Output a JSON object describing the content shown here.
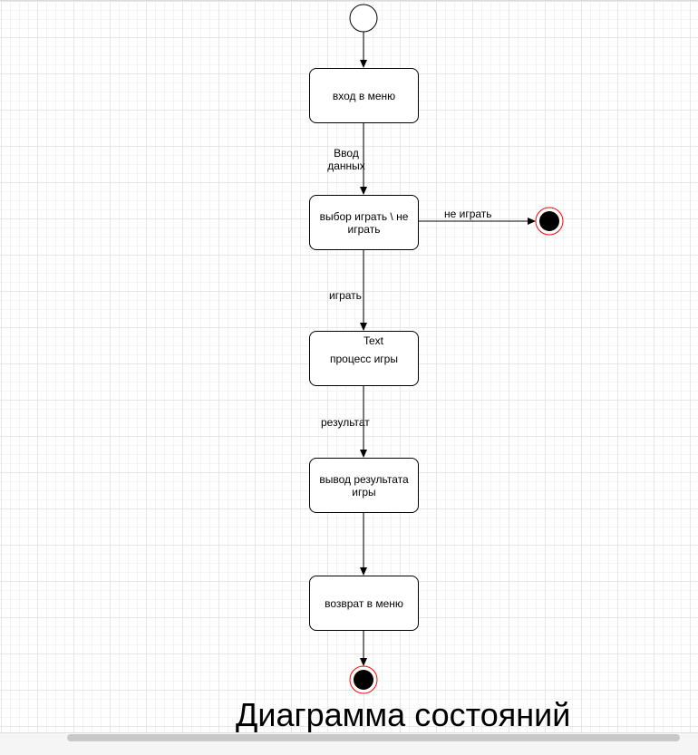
{
  "diagram": {
    "title": "Диаграмма состояний",
    "states": {
      "menu_entry": "вход в меню",
      "play_choice": "выбор играть \\ не играть",
      "game_process": "процесс игры",
      "result_output": "вывод результата игры",
      "return_menu": "возврат в меню"
    },
    "transitions": {
      "data_input": "Ввод данных",
      "not_play": "не играть",
      "play": "играть",
      "result": "результат"
    },
    "placeholder_text": "Text",
    "colors": {
      "stroke": "#000000",
      "final_ring": "#ff0000",
      "final_fill": "#000000",
      "grid": "#e6e6e6"
    }
  }
}
